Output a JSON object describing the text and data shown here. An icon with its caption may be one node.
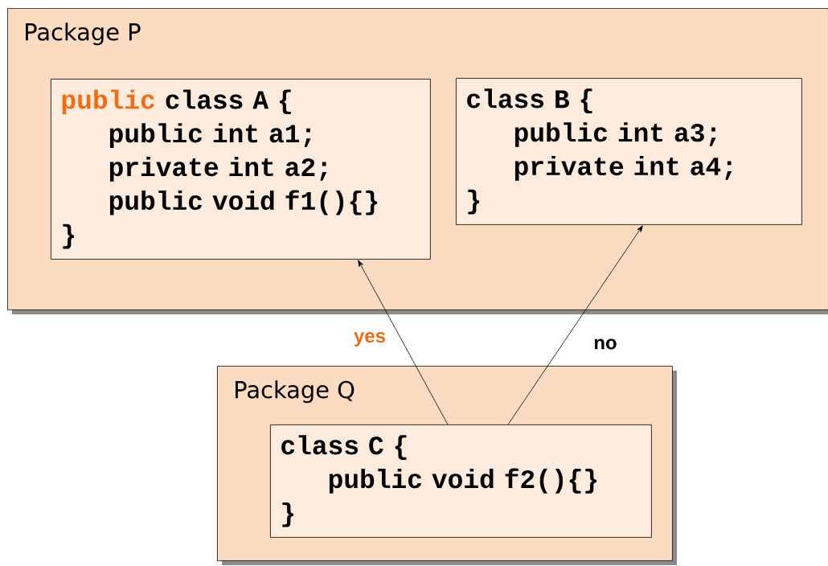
{
  "diagram": {
    "nodes": [
      {
        "text": [
          "Package P"
        ]
      },
      {
        "text": [
          "public",
          "class A {",
          "public int a1;",
          "private int a2;",
          "public void f1(){}",
          "}"
        ],
        "in": 0
      },
      {
        "text": [
          "class B {",
          "public int a3;",
          "private int a4;",
          "}"
        ],
        "in": 0
      },
      {
        "text": [
          "Package Q"
        ]
      },
      {
        "text": [
          "class C {",
          "public void f2(){}",
          "}"
        ],
        "in": 3
      }
    ],
    "edges": [
      {
        "from": 4,
        "to": 1,
        "arrow": "to",
        "label": "yes"
      },
      {
        "from": 4,
        "to": 2,
        "arrow": "to",
        "label": "no"
      }
    ]
  }
}
